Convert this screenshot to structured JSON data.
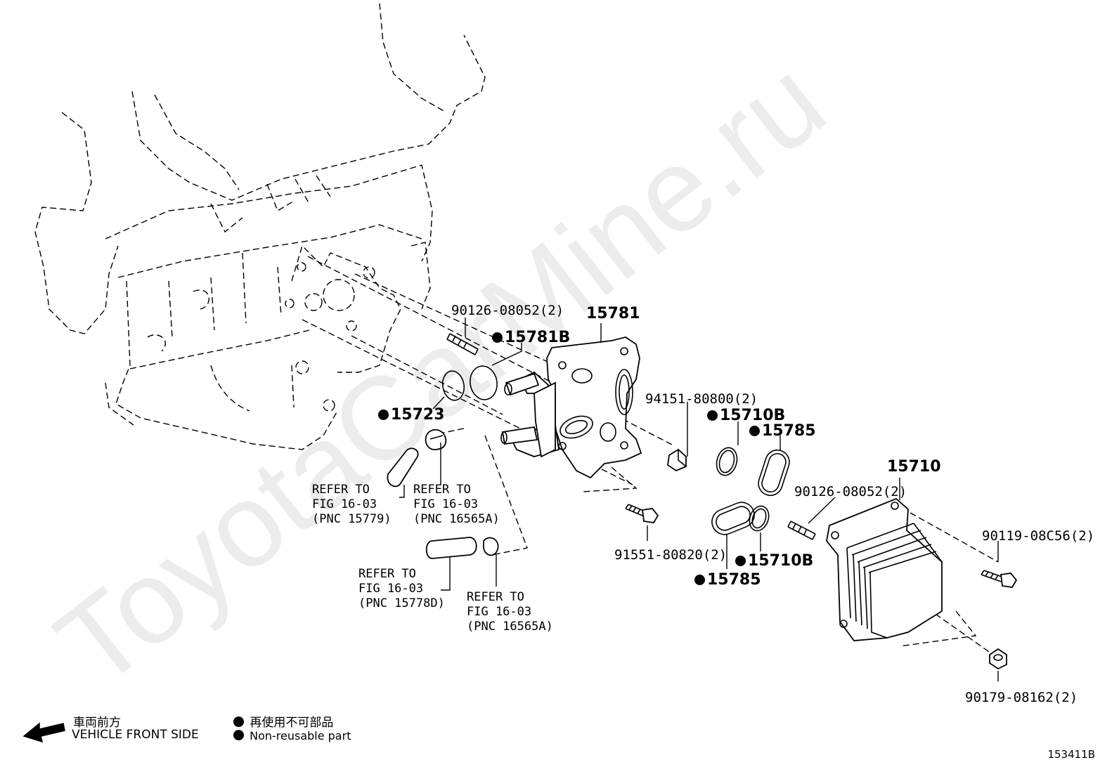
{
  "watermark": "ToyotaCarMine.ru",
  "labels": {
    "p15781": "15781",
    "p90126a": "90126-08052(2)",
    "p15781b": "15781B",
    "p15723": "15723",
    "p94151": "94151-80800(2)",
    "p15710b_top": "15710B",
    "p15785_top": "15785",
    "p15710": "15710",
    "p90126b": "90126-08052(2)",
    "p90119": "90119-08C56(2)",
    "p91551": "91551-80820(2)",
    "p15785_bot": "15785",
    "p15710b_bot": "15710B",
    "p90179": "90179-08162(2)"
  },
  "refs": [
    {
      "l1": "REFER TO",
      "l2": "FIG 16-03",
      "l3": "(PNC 15779)"
    },
    {
      "l1": "REFER TO",
      "l2": "FIG 16-03",
      "l3": "(PNC 16565A)"
    },
    {
      "l1": "REFER TO",
      "l2": "FIG 16-03",
      "l3": "(PNC 15778D)"
    },
    {
      "l1": "REFER TO",
      "l2": "FIG 16-03",
      "l3": "(PNC 16565A)"
    }
  ],
  "legend": {
    "front_jp": "車両前方",
    "front_en": "VEHICLE FRONT SIDE",
    "nonreuse_jp": "再使用不可部品",
    "nonreuse_en": "Non-reusable part"
  },
  "figure_code": "153411B"
}
